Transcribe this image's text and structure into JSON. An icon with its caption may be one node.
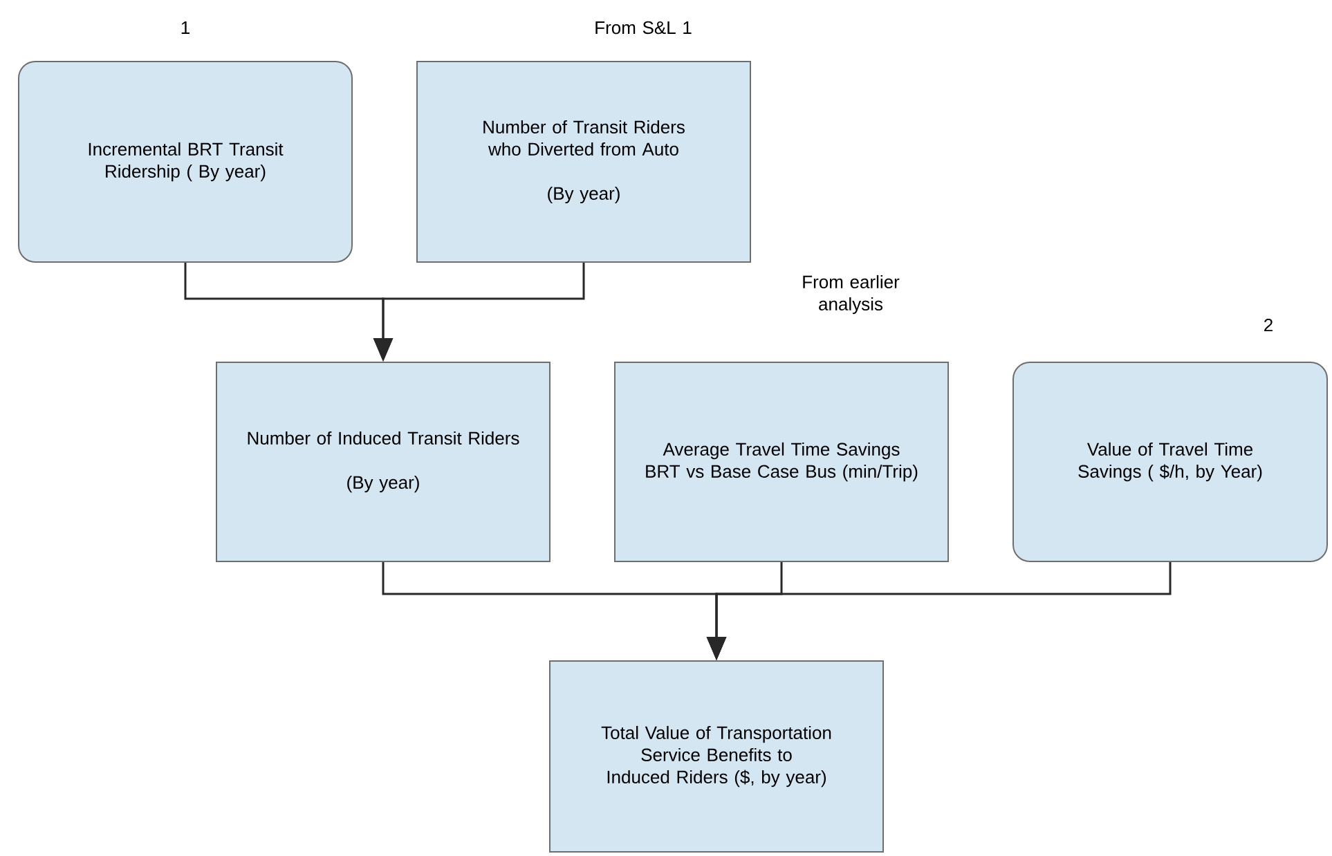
{
  "diagram": {
    "nodes": [
      {
        "text": [
          "Incremental BRT Transit Ridership ( By year)"
        ],
        "beside": [
          "1"
        ]
      },
      {
        "text": [
          "Number of Transit Riders who Diverted from Auto",
          "(By year)"
        ],
        "beside": [
          "From S&L 1"
        ]
      },
      {
        "text": [
          "Number of Induced Transit Riders",
          "(By year)"
        ]
      },
      {
        "text": [
          "Average Travel Time Savings BRT vs Base Case Bus (min/Trip)"
        ],
        "beside": [
          "From earlier analysis"
        ]
      },
      {
        "text": [
          "Value of Travel Time Savings ( $/h, by Year)"
        ],
        "beside": [
          "2"
        ]
      },
      {
        "text": [
          "Total Value of Transportation Service Benefits to Induced Riders ($, by year)"
        ]
      }
    ],
    "edges": [
      {
        "from": 0,
        "to": 2,
        "arrow": "to"
      },
      {
        "from": 1,
        "to": 2,
        "arrow": "to"
      },
      {
        "from": 2,
        "to": 5,
        "arrow": "to"
      },
      {
        "from": 3,
        "to": 5,
        "arrow": "to"
      },
      {
        "from": 4,
        "to": 5,
        "arrow": "to"
      }
    ]
  }
}
